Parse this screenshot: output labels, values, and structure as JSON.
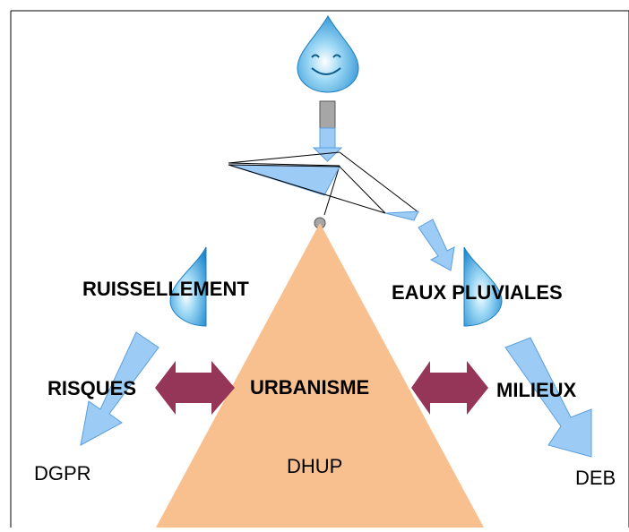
{
  "labels": {
    "runoff": "RUISSELLEMENT",
    "stormwater": "EAUX PLUVIALES",
    "risks": "RISQUES",
    "urbanism": "URBANISME",
    "environments": "MILIEUX",
    "dgpr": "DGPR",
    "dhup": "DHUP",
    "deb": "DEB"
  },
  "colors": {
    "triangle": "#f9c08f",
    "arrow_blue": "#9ccbf5",
    "arrow_blue_dark": "#5a9fde",
    "double_arrow": "#953658",
    "drop": "#3fa4df",
    "pipe_gray": "#a6a6a6"
  },
  "icons": [
    "water-drop-smiley-icon",
    "water-drop-icon"
  ]
}
